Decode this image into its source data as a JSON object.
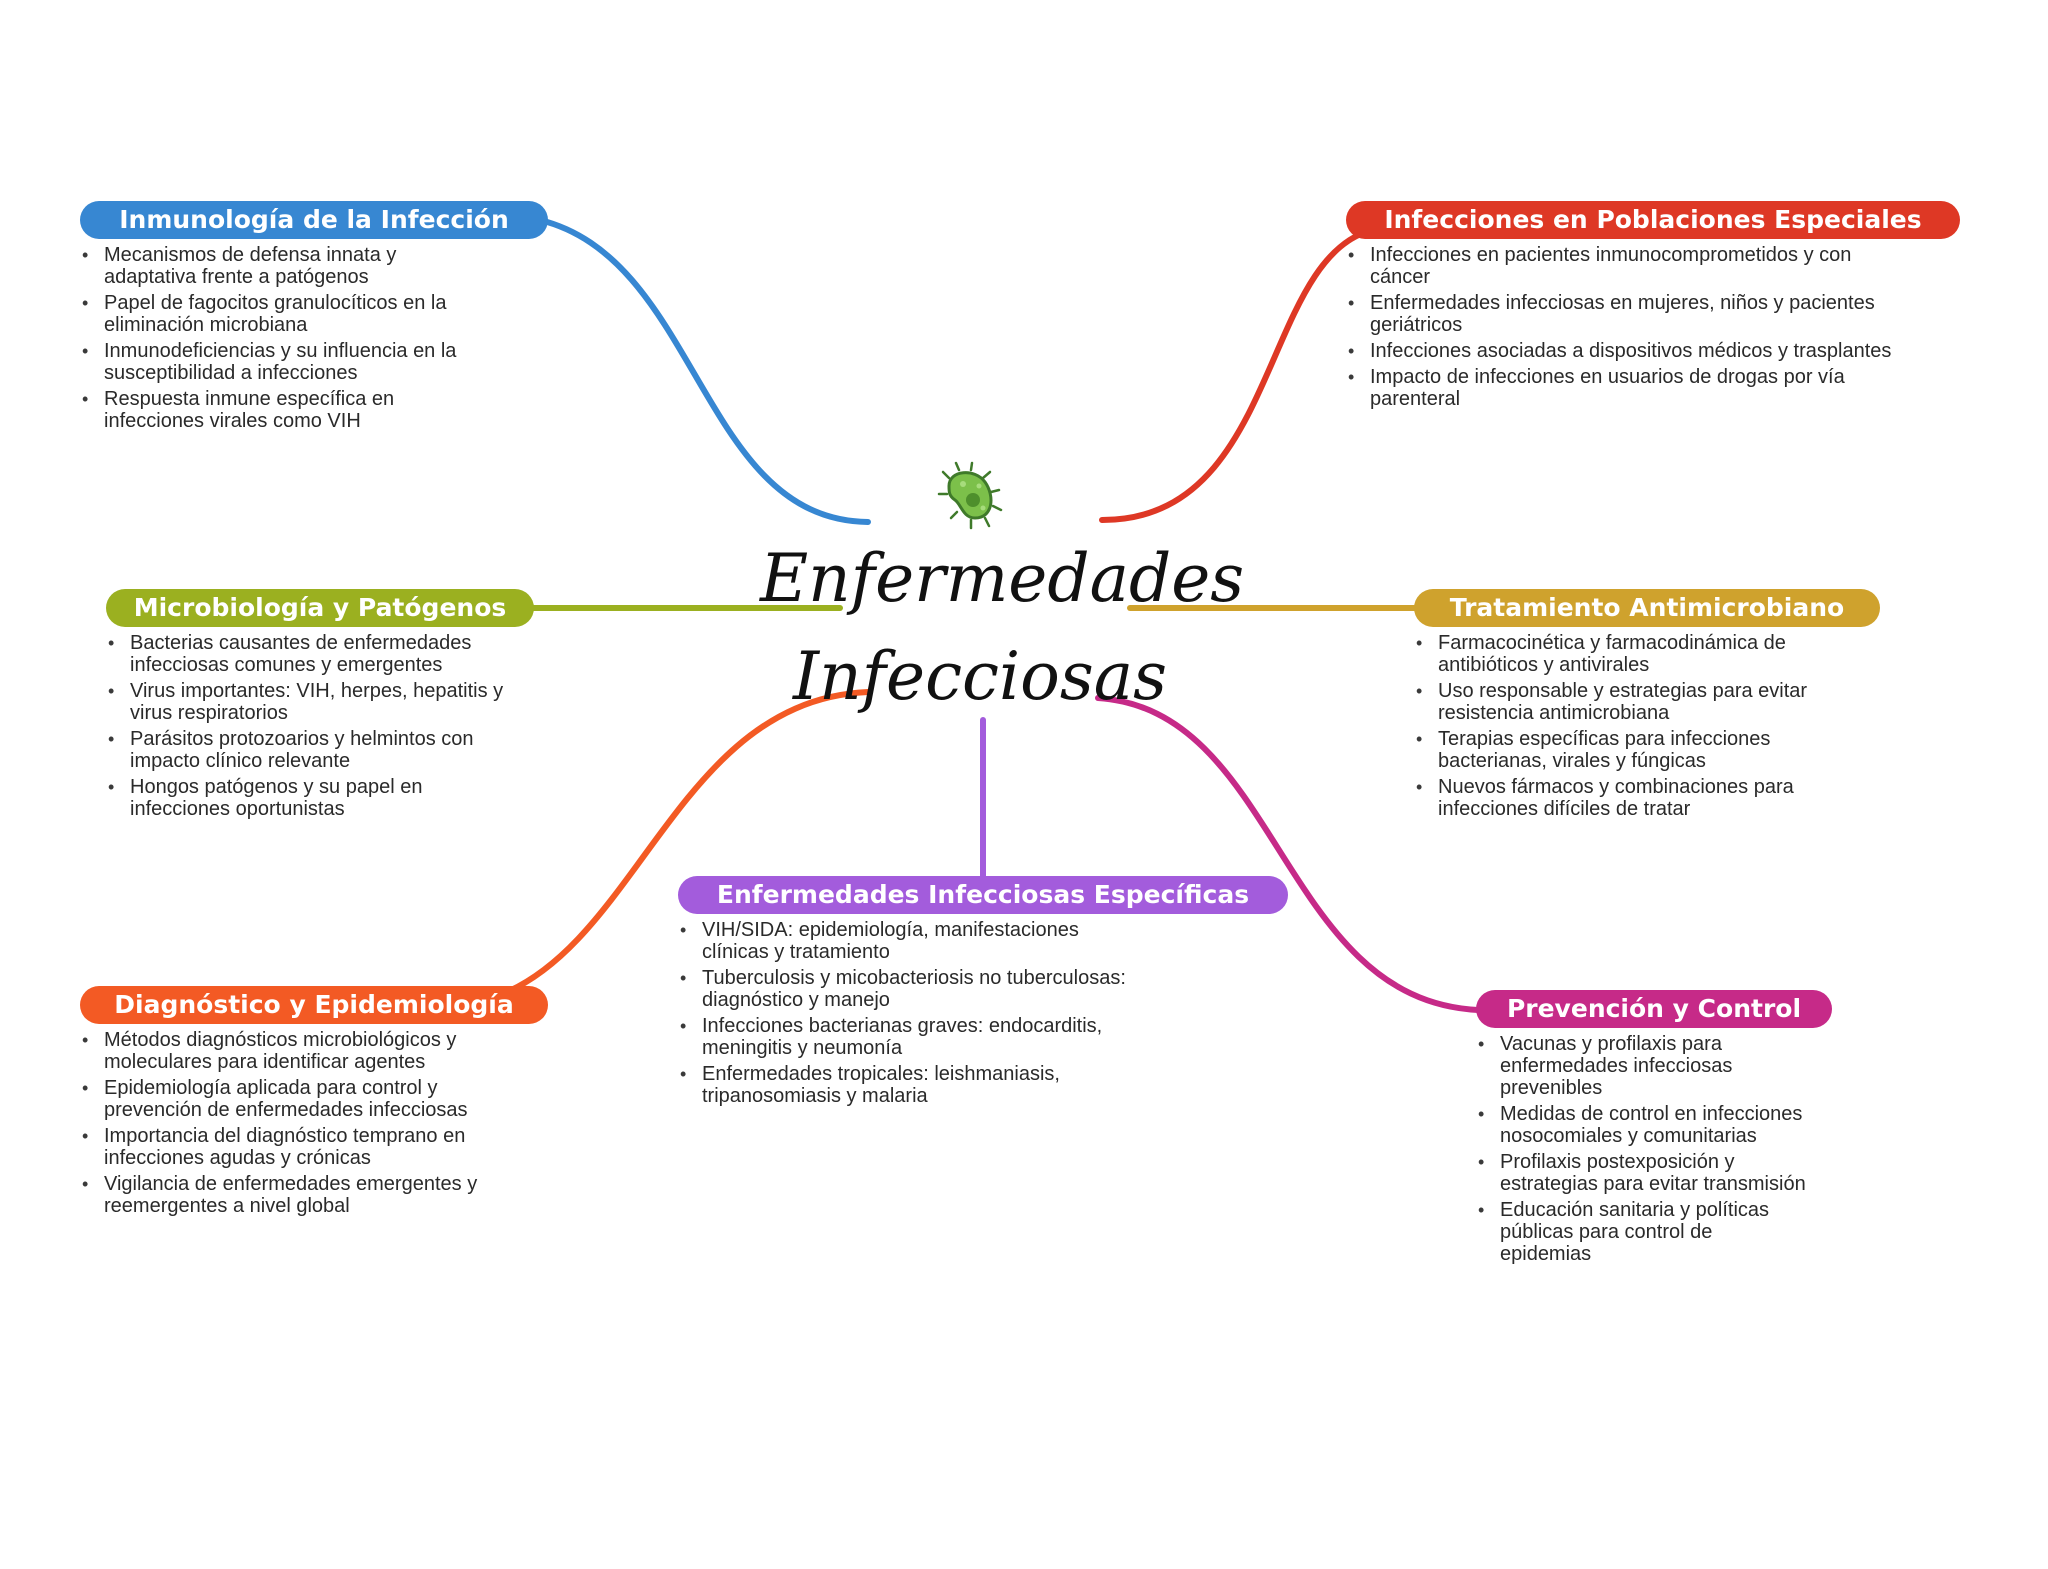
{
  "center": {
    "title_line1": "Enfermedades",
    "title_line2": "Infecciosas",
    "icon": "microbe-icon"
  },
  "branches": {
    "inmunologia": {
      "title": "Inmunología de la Infección",
      "color": "#3787d2",
      "items": [
        "Mecanismos de defensa innata y adaptativa frente a patógenos",
        "Papel de fagocitos granulocíticos en la eliminación microbiana",
        "Inmunodeficiencias y su influencia en la susceptibilidad a infecciones",
        "Respuesta inmune específica en infecciones virales como VIH"
      ]
    },
    "poblaciones": {
      "title": "Infecciones en Poblaciones Especiales",
      "color": "#de3825",
      "items": [
        "Infecciones en pacientes inmunocomprometidos y con cáncer",
        "Enfermedades infecciosas en mujeres, niños y pacientes geriátricos",
        "Infecciones asociadas a dispositivos médicos y trasplantes",
        "Impacto de infecciones en usuarios de drogas por vía parenteral"
      ]
    },
    "microbiologia": {
      "title": "Microbiología y Patógenos",
      "color": "#9bb020",
      "items": [
        "Bacterias causantes de enfermedades infecciosas comunes y emergentes",
        "Virus importantes: VIH, herpes, hepatitis y virus respiratorios",
        "Parásitos protozoarios y helmintos con impacto clínico relevante",
        "Hongos patógenos y su papel en infecciones oportunistas"
      ]
    },
    "tratamiento": {
      "title": "Tratamiento Antimicrobiano",
      "color": "#cfa22d",
      "items": [
        "Farmacocinética y farmacodinámica de antibióticos y antivirales",
        "Uso responsable y estrategias para evitar resistencia antimicrobiana",
        "Terapias específicas para infecciones bacterianas, virales y fúngicas",
        "Nuevos fármacos y combinaciones para infecciones difíciles de tratar"
      ]
    },
    "especificas": {
      "title": "Enfermedades Infecciosas Específicas",
      "color": "#a35cdc",
      "items": [
        "VIH/SIDA: epidemiología, manifestaciones clínicas y tratamiento",
        "Tuberculosis y micobacteriosis no tuberculosas: diagnóstico y manejo",
        "Infecciones bacterianas graves: endocarditis, meningitis y neumonía",
        "Enfermedades tropicales: leishmaniasis, tripanosomiasis y malaria"
      ]
    },
    "diagnostico": {
      "title": "Diagnóstico y Epidemiología",
      "color": "#f35a24",
      "items": [
        "Métodos diagnósticos microbiológicos y moleculares para identificar agentes",
        "Epidemiología aplicada para control y prevención de enfermedades infecciosas",
        "Importancia del diagnóstico temprano en infecciones agudas y crónicas",
        "Vigilancia de enfermedades emergentes y reemergentes a nivel global"
      ]
    },
    "prevencion": {
      "title": "Prevención y Control",
      "color": "#c62a88",
      "items": [
        "Vacunas y profilaxis para enfermedades infecciosas prevenibles",
        "Medidas de control en infecciones nosocomiales y comunitarias",
        "Profilaxis postexposición y estrategias para evitar transmisión",
        "Educación sanitaria y políticas públicas para control de epidemias"
      ]
    }
  }
}
